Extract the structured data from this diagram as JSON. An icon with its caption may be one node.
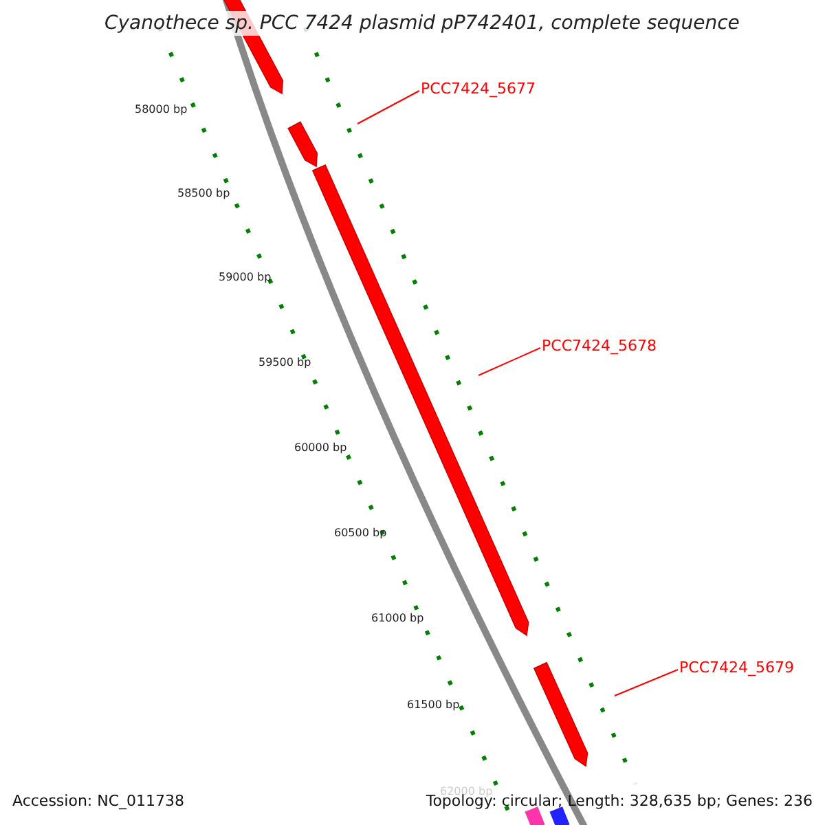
{
  "diagram": {
    "title": "Cyanothece sp. PCC 7424 plasmid pP742401, complete sequence",
    "nodes": [
      {
        "text": [
          "PCC7424_5677"
        ]
      },
      {
        "text": [
          "PCC7424_5678"
        ]
      },
      {
        "text": [
          "PCC7424_5679"
        ]
      }
    ],
    "edges": [
      {
        "from": 0,
        "to": null,
        "arrow": "none"
      },
      {
        "from": 1,
        "to": null,
        "arrow": "none"
      },
      {
        "from": 2,
        "to": null,
        "arrow": "none"
      }
    ],
    "labels": [
      "58000 bp",
      "58500 bp",
      "59000 bp",
      "59500 bp",
      "60000 bp",
      "60500 bp",
      "61000 bp",
      "61500 bp",
      "62000 bp",
      "Accession: NC_011738",
      "Topology: circular; Length: 328,635 bp; Genes: 236"
    ]
  }
}
